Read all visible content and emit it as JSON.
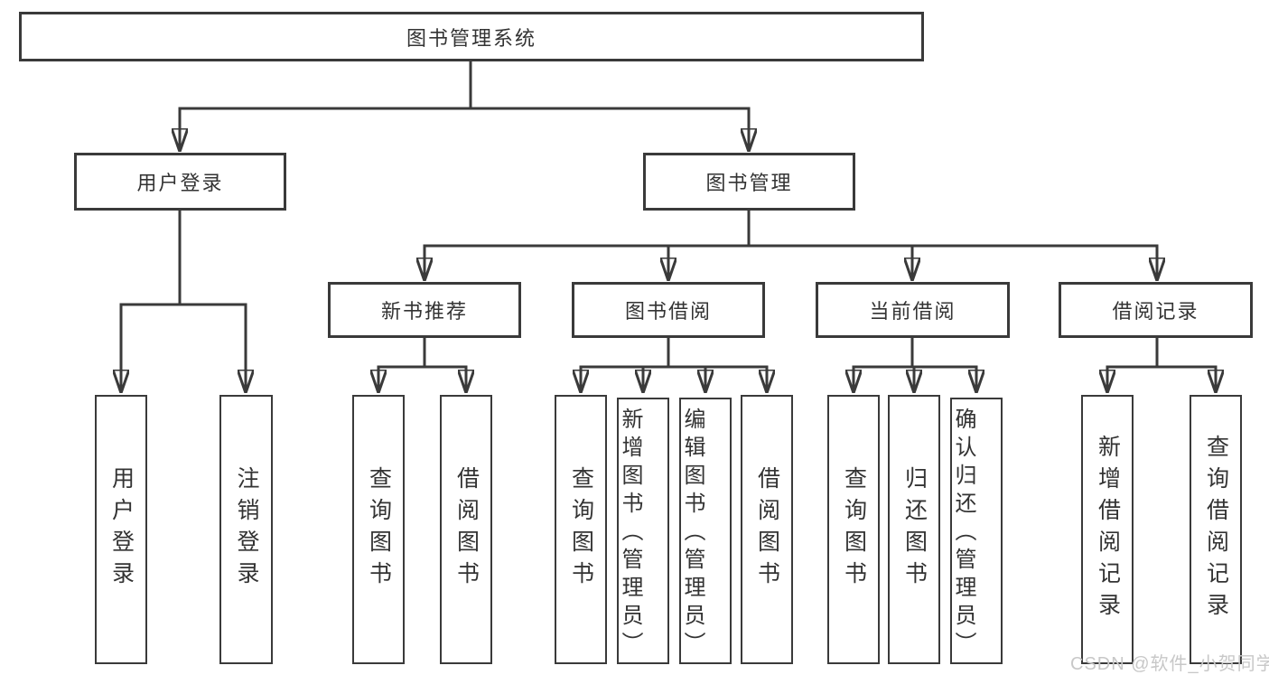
{
  "nodes": {
    "root": "图书管理系统",
    "user_login": "用户登录",
    "book_mgmt": "图书管理",
    "new_book": "新书推荐",
    "book_borrow": "图书借阅",
    "current_borrow": "当前借阅",
    "borrow_record": "借阅记录",
    "leaves": {
      "user_login": [
        "用户登录",
        "注销登录"
      ],
      "new_book": [
        "查询图书",
        "借阅图书"
      ],
      "book_borrow": [
        "查询图书",
        "新增图书（管理员）",
        "编辑图书（管理员）",
        "借阅图书"
      ],
      "current_borrow": [
        "查询图书",
        "归还图书",
        "确认归还（管理员）"
      ],
      "borrow_record": [
        "新增借阅记录",
        "查询借阅记录"
      ]
    }
  },
  "watermark": "CSDN @软件_小贺同学",
  "colors": {
    "line": "#3a3a3a",
    "text": "#333333",
    "background": "#ffffff",
    "watermark": "#c8c8c8"
  }
}
